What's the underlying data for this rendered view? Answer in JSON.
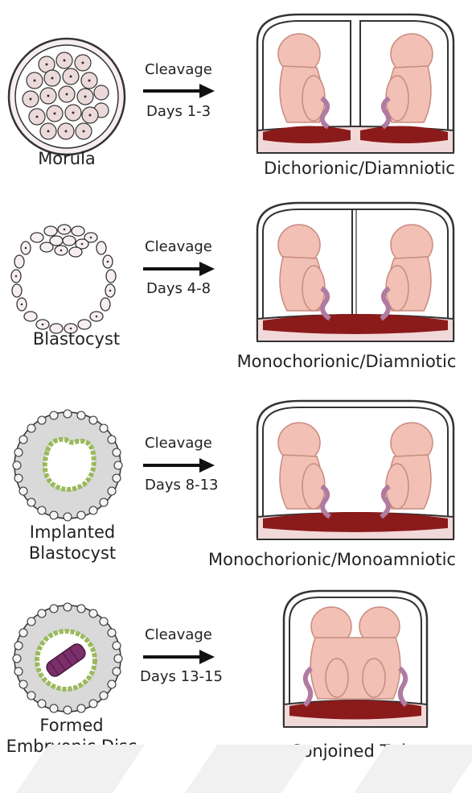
{
  "stages": [
    {
      "cell_label": [
        "Morula"
      ],
      "arrow_top": "Cleavage",
      "arrow_bottom": "Days 1-3",
      "result_label": "Dichorionic/Diamniotic"
    },
    {
      "cell_label": [
        "Blastocyst"
      ],
      "arrow_top": "Cleavage",
      "arrow_bottom": "Days 4-8",
      "result_label": "Monochorionic/Diamniotic"
    },
    {
      "cell_label": [
        "Implanted",
        "Blastocyst"
      ],
      "arrow_top": "Cleavage",
      "arrow_bottom": "Days 8-13",
      "result_label": "Monochorionic/Monoamniotic"
    },
    {
      "cell_label": [
        "Formed",
        "Embryonic Disc"
      ],
      "arrow_top": "Cleavage",
      "arrow_bottom": "Days 13-15",
      "result_label": "Conjoined Twins"
    }
  ],
  "colors": {
    "cell_fill": "#ecdada",
    "outline": "#333333",
    "placenta": "#8b1a1a",
    "fetus": "#f2c0b4",
    "fetus_shadow": "#d99a8e",
    "cord": "#b07ba0",
    "disc_green": "#c9e08a",
    "disc_purple": "#7a2e6a",
    "background_gray": "#d9d9d9"
  }
}
